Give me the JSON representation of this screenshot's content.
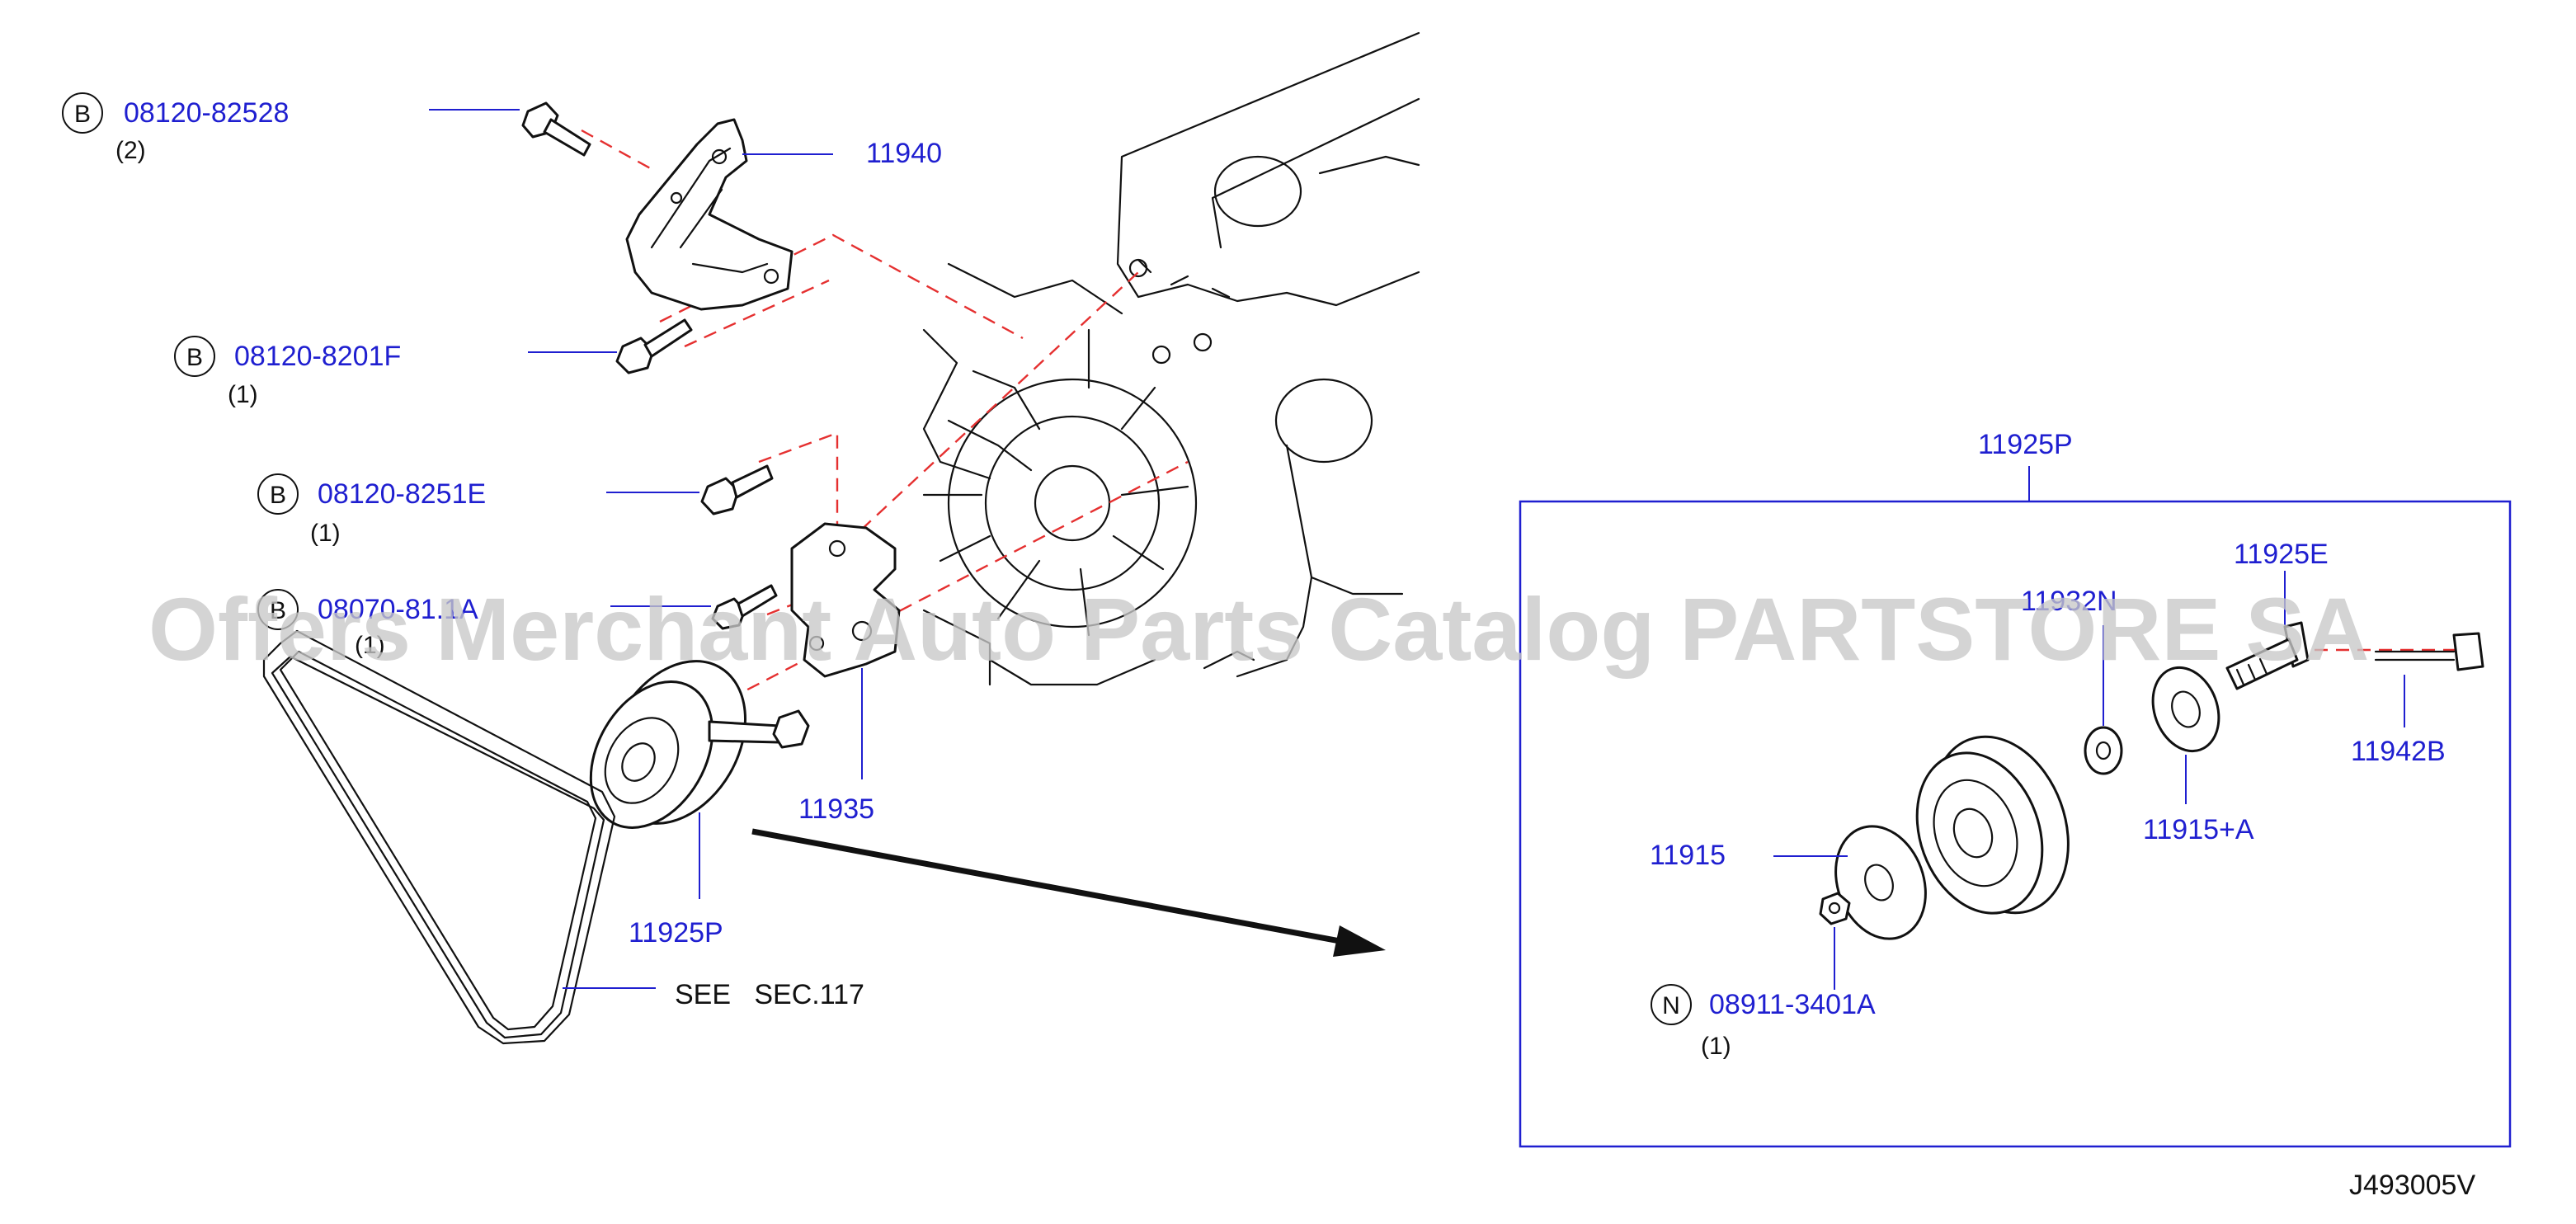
{
  "labels": {
    "bolt_b1": {
      "letter": "B",
      "part_no": "08120-82528",
      "qty": "(2)"
    },
    "bracket_top": {
      "part_no": "11940"
    },
    "bolt_b2": {
      "letter": "B",
      "part_no": "08120-8201F",
      "qty": "(1)"
    },
    "bolt_b3": {
      "letter": "B",
      "part_no": "08120-8251E",
      "qty": "(1)"
    },
    "bolt_b4": {
      "letter": "B",
      "part_no": "08070-81.1A",
      "qty": "(1)"
    },
    "bracket_lower": {
      "part_no": "11935"
    },
    "idler_left": {
      "part_no": "11925P"
    },
    "belt_ref": {
      "text": "SEE   SEC.117"
    },
    "detail_title": {
      "part_no": "11925P"
    },
    "bolt_detail": {
      "part_no": "11925E"
    },
    "washer_detail": {
      "part_no": "11932N"
    },
    "bolt_long": {
      "part_no": "11942B"
    },
    "cover_back": {
      "part_no": "11915+A"
    },
    "cover_front": {
      "part_no": "11915"
    },
    "nut": {
      "letter": "N",
      "part_no": "08911-3401A",
      "qty": "(1)"
    },
    "diagram_id": "J493005V"
  },
  "watermark": "Offers Merchant Auto Parts Catalog PARTSTORE SA",
  "colors": {
    "part_number": "#1f1fd0",
    "dashed_line": "#e53030",
    "line_art": "#111111",
    "watermark": "#c8c8c8"
  }
}
